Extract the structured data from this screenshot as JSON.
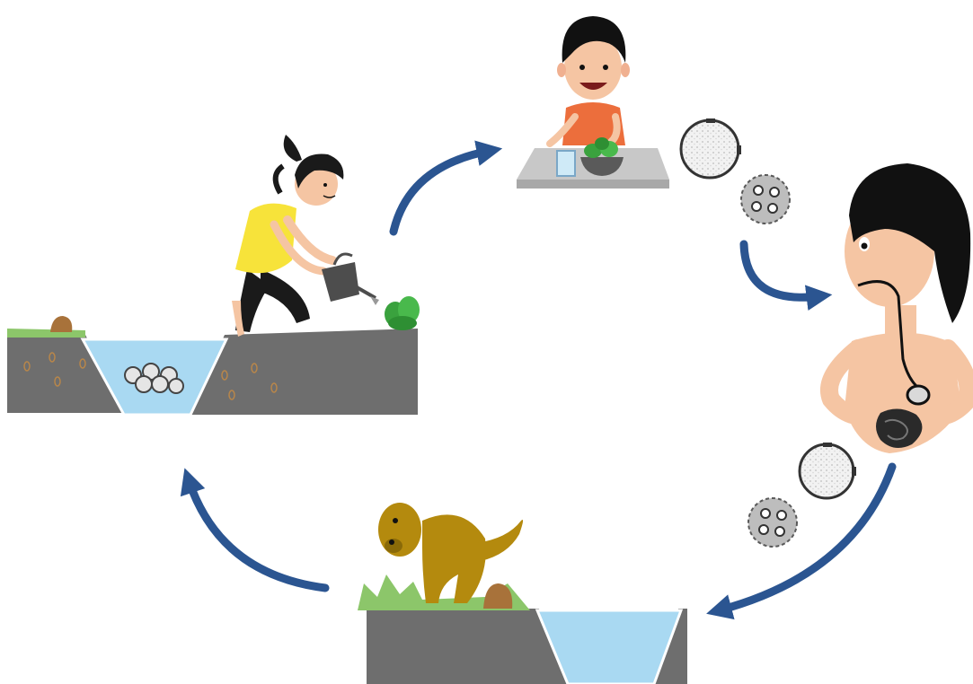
{
  "diagram": {
    "title": "",
    "stages": [
      {
        "id": "garden",
        "icon": "woman-watering-vegetables-icon"
      },
      {
        "id": "meal",
        "icon": "boy-eating-salad-icon"
      },
      {
        "id": "human-host",
        "icon": "human-digestive-tract-icon"
      },
      {
        "id": "animal-host",
        "icon": "dog-defecating-icon"
      }
    ],
    "cysts": [
      {
        "icon": "mature-cyst-icon"
      },
      {
        "icon": "multinucleate-cyst-icon"
      }
    ],
    "arrows": [
      {
        "from": "garden",
        "to": "meal"
      },
      {
        "from": "meal",
        "to": "human-host"
      },
      {
        "from": "human-host",
        "to": "animal-host"
      },
      {
        "from": "animal-host",
        "to": "garden"
      }
    ]
  },
  "colors": {
    "arrow": "#2b5591",
    "soil": "#6e6e6e",
    "water": "#a9d9f2",
    "grass": "#8cc66a",
    "dog": "#b48a0e",
    "skin": "#f5c5a3",
    "shirt_yellow": "#f7e33a",
    "shirt_orange": "#ec6e3c",
    "hair": "#111111",
    "table": "#c8c8c8"
  }
}
